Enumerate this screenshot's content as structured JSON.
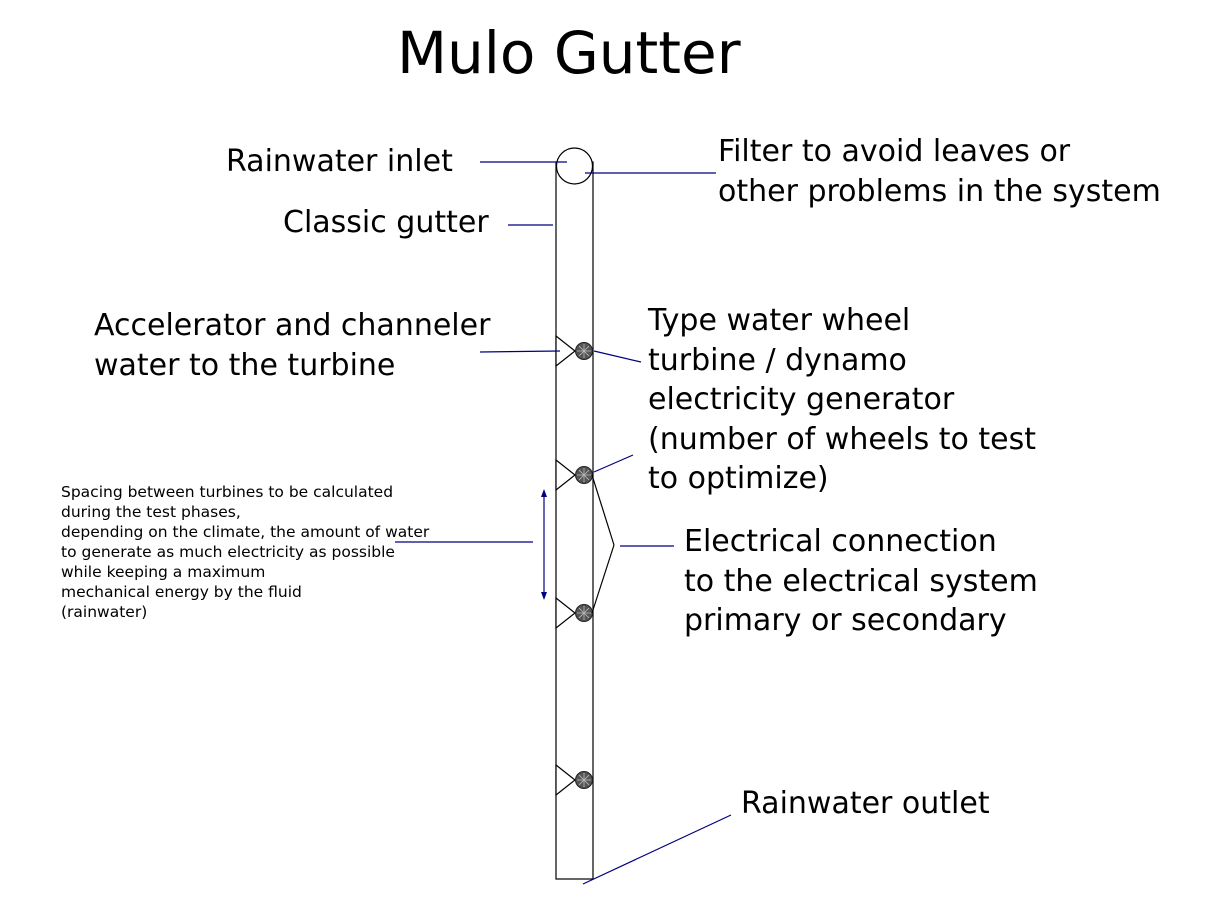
{
  "title": "Mulo Gutter",
  "labels": {
    "rainwater_inlet": "Rainwater inlet",
    "filter": "Filter to avoid leaves or\nother problems in the system",
    "classic_gutter": "Classic gutter",
    "accelerator": "Accelerator and channeler\nwater to the turbine",
    "turbine": "Type water wheel\nturbine / dynamo\nelectricity generator\n(number of wheels to test\nto optimize)",
    "spacing": "Spacing between turbines to be calculated\nduring the test phases,\ndepending on the climate, the amount of water\nto generate as much electricity as possible\nwhile keeping a maximum\nmechanical energy by the fluid\n(rainwater)",
    "electrical": "Electrical connection\nto the electrical system\nprimary or secondary",
    "rainwater_outlet": "Rainwater outlet"
  },
  "colors": {
    "leader": "#000080",
    "outline": "#000000",
    "turbine_fill": "#555555"
  },
  "turbine_count": 4
}
